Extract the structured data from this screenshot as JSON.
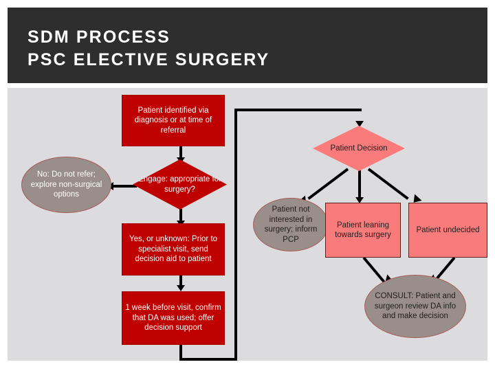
{
  "slide": {
    "title_line1": "SDM PROCESS",
    "title_line2": "PSC ELECTIVE SURGERY",
    "banner_color": "#2e2e2e",
    "canvas_color": "#dcdcde"
  },
  "palette": {
    "process_dark_red": "#be0000",
    "process_pink": "#fa7b7b",
    "terminator_grey": "#9a8e8a",
    "connector": "#000000",
    "text_light": "#ffffff",
    "text_dark": "#202020"
  },
  "diagram": {
    "type": "flowchart",
    "nodes": [
      {
        "id": "start",
        "shape": "rectangle",
        "fill": "#be0000",
        "text": "Patient identified via diagnosis or at time of referral"
      },
      {
        "id": "engage-decision",
        "shape": "diamond",
        "fill": "#be0000",
        "text": "Engage: appropriate for surgery?"
      },
      {
        "id": "no-refer",
        "shape": "ellipse",
        "fill": "#9a8e8a",
        "text": "No:  Do not refer; explore non-surgical options"
      },
      {
        "id": "send-da",
        "shape": "rectangle",
        "fill": "#be0000",
        "text": "Yes, or unknown: Prior to specialist visit, send decision aid to patient"
      },
      {
        "id": "confirm-da",
        "shape": "rectangle",
        "fill": "#be0000",
        "text": "1 week before visit, confirm that DA was used; offer decision support"
      },
      {
        "id": "patient-decision",
        "shape": "diamond",
        "fill": "#fa7b7b",
        "text": "Patient Decision"
      },
      {
        "id": "not-interested",
        "shape": "ellipse",
        "fill": "#9a8e8a",
        "text": "Patient not interested in surgery; inform PCP"
      },
      {
        "id": "leaning-surgery",
        "shape": "rectangle",
        "fill": "#fa7b7b",
        "text": "Patient leaning towards surgery"
      },
      {
        "id": "undecided",
        "shape": "rectangle",
        "fill": "#fa7b7b",
        "text": "Patient undecided"
      },
      {
        "id": "consult",
        "shape": "ellipse",
        "fill": "#9a8e8a",
        "text": "CONSULT: Patient and surgeon review DA info and make decision"
      }
    ],
    "edges": [
      {
        "from": "start",
        "to": "engage-decision",
        "style": "straight-down"
      },
      {
        "from": "engage-decision",
        "to": "no-refer",
        "style": "straight-left"
      },
      {
        "from": "engage-decision",
        "to": "send-da",
        "style": "straight-down"
      },
      {
        "from": "send-da",
        "to": "confirm-da",
        "style": "straight-down"
      },
      {
        "from": "confirm-da",
        "to": "patient-decision",
        "style": "elbow-right-up"
      },
      {
        "from": "patient-decision",
        "to": "not-interested",
        "style": "diagonal-down-left"
      },
      {
        "from": "patient-decision",
        "to": "leaning-surgery",
        "style": "straight-down"
      },
      {
        "from": "patient-decision",
        "to": "undecided",
        "style": "diagonal-down-right"
      },
      {
        "from": "leaning-surgery",
        "to": "consult",
        "style": "diagonal-down-right"
      },
      {
        "from": "undecided",
        "to": "consult",
        "style": "diagonal-down-left"
      }
    ]
  }
}
